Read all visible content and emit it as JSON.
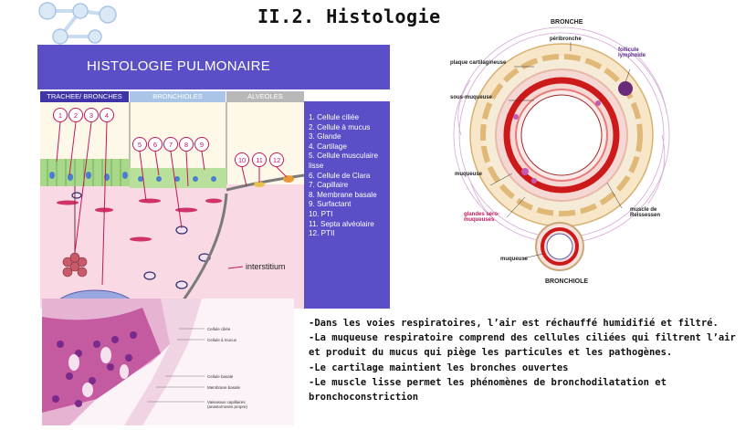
{
  "slide": {
    "title": "II.2. Histologie"
  },
  "histo_panel": {
    "title": "HISTOLOGIE PULMONAIRE",
    "columns": [
      "TRACHEE/ BRONCHES",
      "BRONCHIOLES",
      "ALVEOLES"
    ],
    "numbers_top": [
      "1",
      "2",
      "3",
      "4"
    ],
    "numbers_mid": [
      "5",
      "6",
      "7",
      "8",
      "9"
    ],
    "numbers_alv": [
      "10",
      "11",
      "12"
    ],
    "legend": [
      "1. Cellule ciliée",
      "2. Cellule à mucus",
      "3. Glande",
      "4. Cartilage",
      "5. Cellule musculaire lisse",
      "6. Cellule de Clara",
      "7. Capillaire",
      "8. Membrane basale",
      "9. Surfactant",
      "10. PTI",
      "11. Septa alvéolaire",
      "12. PTII"
    ],
    "interstitium_label": "interstitium"
  },
  "photo": {
    "labels": [
      "Cellule ciliée",
      "Cellule à mucus",
      "Cellule basale",
      "Membrane basale",
      "Vaisseaux capillaires (anastomoses propre)"
    ]
  },
  "bronche_diagram": {
    "title": "BRONCHE",
    "labels": {
      "peribronche": "péribronche",
      "plaque": "plaque cartilagineuse",
      "follicule": "follicule lymphoïde",
      "sous_muqueuse": "sous-muqueuse",
      "muqueuse": "muqueuse",
      "glandes": "glandes séro-muqueuses",
      "muscle": "muscle de Reissessen",
      "muqueuse2": "muqueuse",
      "bronchiole": "BRONCHIOLE"
    }
  },
  "bullets": [
    "-Dans les voies respiratoires, l’air est réchauffé humidifié et filtré.",
    "-La muqueuse respiratoire comprend des cellules ciliées qui filtrent l’air et produit du mucus qui piège les particules et les pathogènes.",
    "-Le cartilage maintient les bronches ouvertes",
    "-Le muscle lisse permet les phénomènes de bronchodilatation et bronchoconstriction"
  ],
  "colors": {
    "panel_purple": "#5b4fc8",
    "column_bar": "#3f35a8",
    "column_bar_light": "#a9c4e6",
    "callout_pink": "#c2185b"
  },
  "icons": [
    "molecule-decoration"
  ]
}
